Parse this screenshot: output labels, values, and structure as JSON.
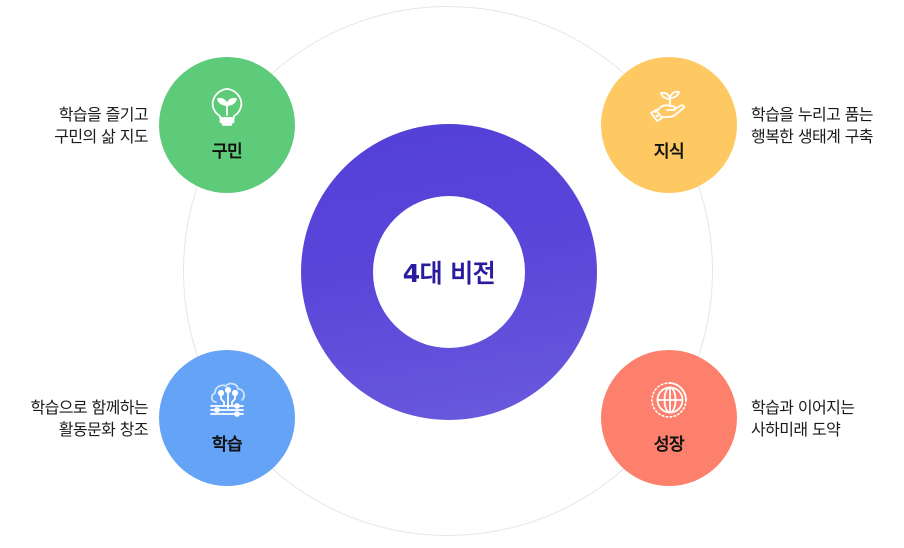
{
  "center": {
    "title": "4대 비전",
    "color": "#5742d9"
  },
  "nodes": [
    {
      "id": "gumin",
      "label": "구민",
      "icon": "lightbulb-sprout-icon",
      "color": "#5ecb7b",
      "desc": [
        "학습을 즐기고",
        "구민의 삶 지도"
      ]
    },
    {
      "id": "jisik",
      "label": "지식",
      "icon": "hand-sprout-icon",
      "color": "#fec862",
      "desc": [
        "학습을 누리고 품는",
        "행복한 생태계 구축"
      ]
    },
    {
      "id": "haksup",
      "label": "학습",
      "icon": "cloud-network-icon",
      "color": "#64a3f5",
      "desc": [
        "학습으로 함께하는",
        "활동문화 창조"
      ]
    },
    {
      "id": "seongjang",
      "label": "성장",
      "icon": "globe-icon",
      "color": "#fd806c",
      "desc": [
        "학습과 이어지는",
        "사하미래 도약"
      ]
    }
  ]
}
